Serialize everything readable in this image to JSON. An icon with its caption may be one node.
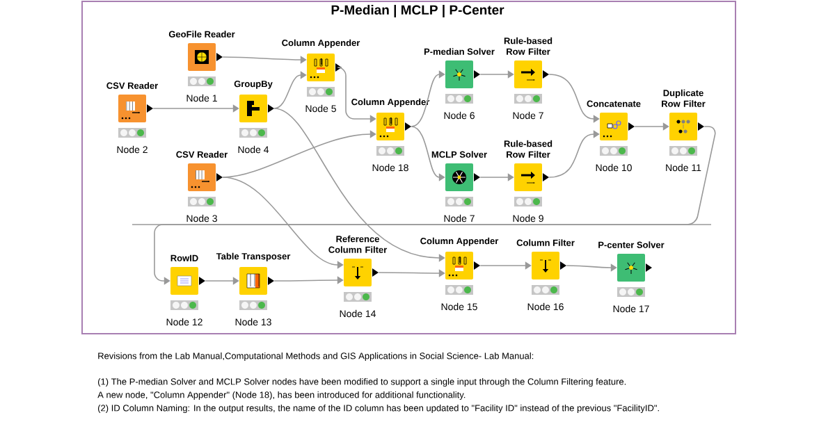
{
  "diagram": {
    "title": "P-Median | MCLP | P-Center",
    "nodes": [
      {
        "text": [
          "GeoFile Reader",
          "Node 1"
        ]
      },
      {
        "text": [
          "CSV Reader",
          "Node 2"
        ]
      },
      {
        "text": [
          "GroupBy",
          "Node 4"
        ]
      },
      {
        "text": [
          "Column Appender",
          "Node 5"
        ]
      },
      {
        "text": [
          "CSV Reader",
          "Node 3"
        ]
      },
      {
        "text": [
          "Column Appender",
          "Node 18"
        ]
      },
      {
        "text": [
          "P-median Solver",
          "Node 6"
        ]
      },
      {
        "text": [
          "Rule-based Row Filter",
          "Node 7"
        ]
      },
      {
        "text": [
          "MCLP Solver",
          "Node 7"
        ]
      },
      {
        "text": [
          "Rule-based Row Filter",
          "Node 9"
        ]
      },
      {
        "text": [
          "Concatenate",
          "Node 10"
        ]
      },
      {
        "text": [
          "Duplicate Row Filter",
          "Node 11"
        ]
      },
      {
        "text": [
          "RowID",
          "Node 12"
        ]
      },
      {
        "text": [
          "Table Transposer",
          "Node 13"
        ]
      },
      {
        "text": [
          "Reference Column Filter",
          "Node 14"
        ]
      },
      {
        "text": [
          "Column Appender",
          "Node 15"
        ]
      },
      {
        "text": [
          "Column Filter",
          "Node 16"
        ]
      },
      {
        "text": [
          "P-center Solver",
          "Node 17"
        ]
      }
    ],
    "edges": [
      {
        "from": 0,
        "to": 3,
        "arrow": "to"
      },
      {
        "from": 1,
        "to": 2,
        "arrow": "to"
      },
      {
        "from": 2,
        "to": 3,
        "arrow": "to"
      },
      {
        "from": 2,
        "to": 15,
        "arrow": "to"
      },
      {
        "from": 3,
        "to": 5,
        "arrow": "to"
      },
      {
        "from": 4,
        "to": 5,
        "arrow": "to"
      },
      {
        "from": 4,
        "to": 14,
        "arrow": "to"
      },
      {
        "from": 5,
        "to": 6,
        "arrow": "to"
      },
      {
        "from": 5,
        "to": 8,
        "arrow": "to"
      },
      {
        "from": 6,
        "to": 7,
        "arrow": "to"
      },
      {
        "from": 8,
        "to": 9,
        "arrow": "to"
      },
      {
        "from": 7,
        "to": 10,
        "arrow": "to"
      },
      {
        "from": 9,
        "to": 10,
        "arrow": "to"
      },
      {
        "from": 10,
        "to": 11,
        "arrow": "to"
      },
      {
        "from": 11,
        "to": 12,
        "arrow": "to"
      },
      {
        "from": 12,
        "to": 13,
        "arrow": "to"
      },
      {
        "from": 13,
        "to": 14,
        "arrow": "to"
      },
      {
        "from": 14,
        "to": 15,
        "arrow": "to"
      },
      {
        "from": 15,
        "to": 16,
        "arrow": "to"
      },
      {
        "from": 16,
        "to": 17,
        "arrow": "to"
      }
    ],
    "labels": [
      "Revisions from the Lab Manual,Computational Methods and GIS Applications in Social Science- Lab Manual:",
      "(1) The P-median Solver and MCLP Solver nodes have been modified to support a single input through the Column Filtering feature.",
      "A new node, \"Column Appender\" (Node 18), has been introduced for additional functionality.",
      "(2) ID Column Naming: In the output results, the name of the ID column has been updated to \"Facility ID\" instead of the previous \"FacilityID\"."
    ]
  }
}
